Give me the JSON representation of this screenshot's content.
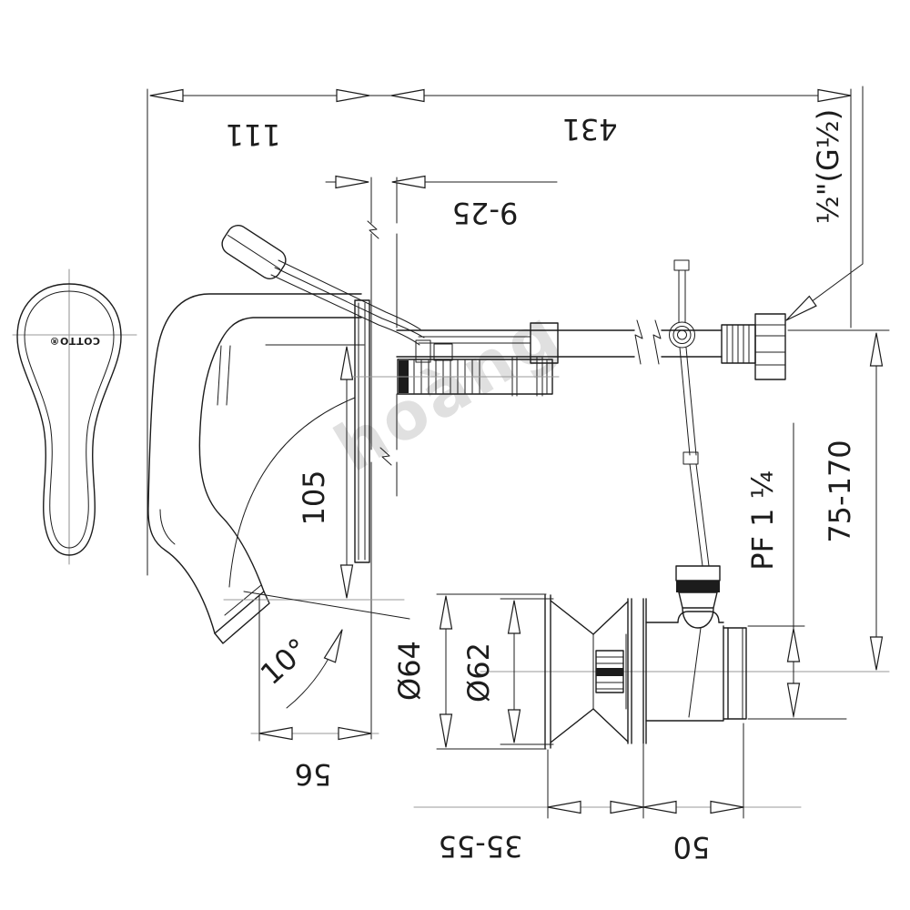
{
  "drawing": {
    "brand": "COTTO®",
    "watermark": "hoàng",
    "type": "wall-mounted single-lever faucet installation drawing with pop-up drain",
    "orientation": "drawing rotated 180°, dimension texts upside-down or vertical"
  },
  "colors": {
    "line": "#1c1c1c",
    "thin_line": "#999999",
    "watermark": "#c7c7c7",
    "background": "#ffffff"
  },
  "dimensions": {
    "spout_projection": "111",
    "supply_length": "431",
    "wall_thickness": "9-25",
    "connection_thread": "½\"(G½)",
    "spout_height": "105",
    "depth_range": "75-170",
    "drain_thread": "PF 1 ¼",
    "flange_outer_dia": "Ø64",
    "flange_inner_dia": "Ø62",
    "spout_angle": "10°",
    "outlet_reach": "56",
    "deck_thickness": "35-55",
    "drain_offset": "50"
  }
}
